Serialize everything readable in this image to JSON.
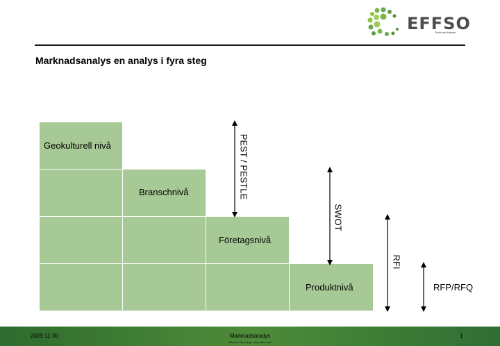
{
  "logo": {
    "text": "EFFSO",
    "tagline": "Tools and talents."
  },
  "slide": {
    "title": "Marknadsanalys en analys i fyra steg"
  },
  "levels": [
    "Geokulturell nivå",
    "Branschnivå",
    "Företagsnivå",
    "Produktnivå"
  ],
  "tools": [
    "PEST / PESTLE",
    "SWOT",
    "RFI",
    "RFP/RFQ"
  ],
  "footer": {
    "date": "2009-11-30",
    "center_title": "Marknadsanalys",
    "center_sub": "Effective Sourcing \\ www.effso.com",
    "page": "1"
  },
  "colors": {
    "cell_fill": "#a6c996",
    "footer_green": "#4e8c3a",
    "rule": "#1a1a1a"
  }
}
